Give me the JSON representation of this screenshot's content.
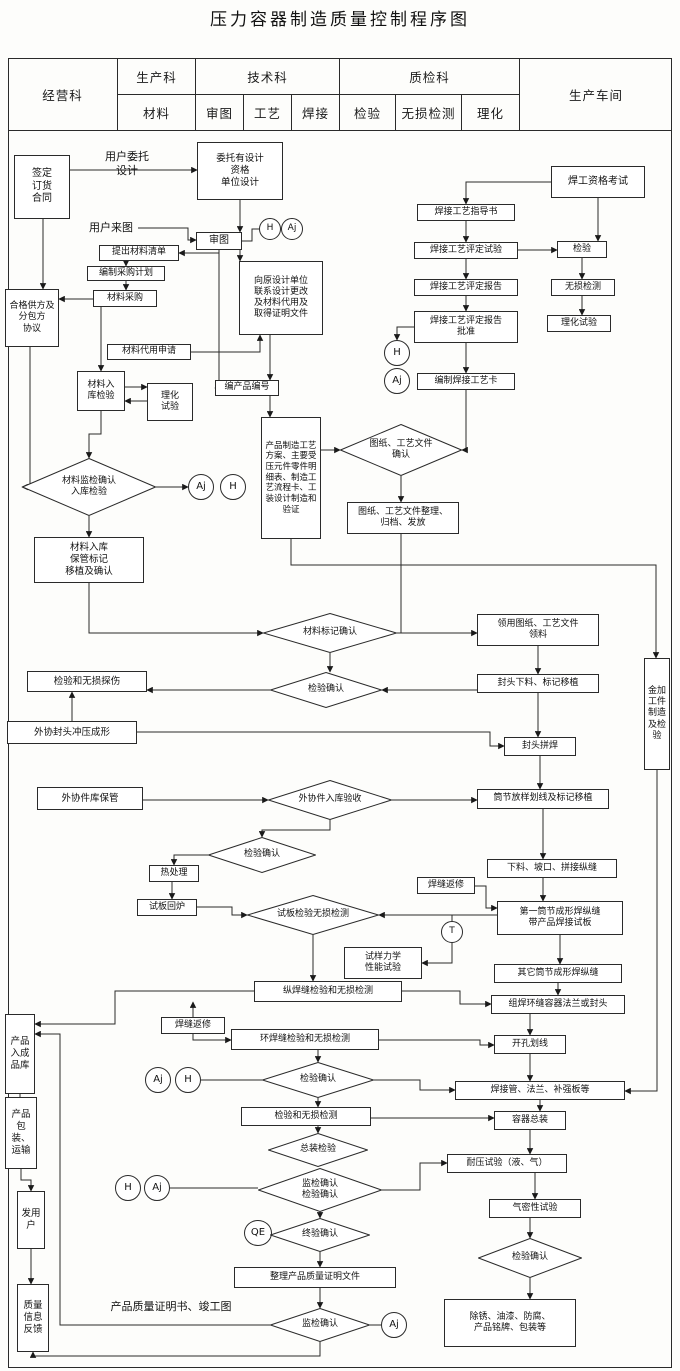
{
  "title": "压力容器制造质量控制程序图",
  "header": {
    "jingyingke": "经营科",
    "shengchanke": "生产科",
    "cailiao": "材料",
    "jishuke": "技术科",
    "shentu": "审图",
    "gongyi": "工艺",
    "hanjie": "焊接",
    "zhijianke": "质检科",
    "jianyan": "检验",
    "wusunjiance": "无损检测",
    "lihua": "理化",
    "shengchanchejian": "生产车间"
  },
  "nodes": {
    "qianding_dinghuo_hetong": "签定\n订货\n合同",
    "yonghu_weituo_sheji": "用户委托\n设计",
    "weituo_sheji_danwei": "委托有设计\n资格\n单位设计",
    "yonghu_laitu": "用户来图",
    "shentu_box": "审图",
    "h_badge_1": "H",
    "aj_badge_1": "Aj",
    "tichu_cailiao_qingdan": "提出材料清单",
    "bianzhi_caigou_jihua": "编制采购计划",
    "cailiao_caigou": "材料采购",
    "hege_gongfang_xieyi": "合格供方及\n分包方\n协议",
    "xiangyuan_sheji_lianxi": "向原设计单位\n联系设计更改\n及材料代用及\n取得证明文件",
    "cailiao_daiyong_shenqing": "材料代用申请",
    "cailiao_ruku_jianyan": "材料入\n库检验",
    "lihua_shiyan_cailiao": "理化\n试验",
    "bian_chanpin_bianhao": "编产品编号",
    "chanpin_zhizao_gongyi": "产品制造工艺方案、主要受压元件零件明细表、制造工艺流程卡、工装设计制造和验证",
    "cailiao_jianjian_queren": "材料监检确认\n入库检验",
    "aj_badge_2": "Aj",
    "h_badge_2": "H",
    "cailiao_ruku_baoguan": "材料入库\n保管标记\n移植及确认",
    "hangong_zige_kaoshi": "焊工资格考试",
    "hanjie_gongyi_zhidaoshu": "焊接工艺指导书",
    "hanjie_pingding_shiyan": "焊接工艺评定试验",
    "jianyan_pingding": "检验",
    "hanjie_pingding_baogao": "焊接工艺评定报告",
    "wusun_jiance_pingding": "无损检测",
    "pingding_baogao_pizhun": "焊接工艺评定报告\n批准",
    "lihua_shiyan_pingding": "理化试验",
    "h_badge_3": "H",
    "aj_badge_3": "Aj",
    "bianzhi_hanjie_gongyika": "编制焊接工艺卡",
    "tuzhi_gongyi_queren": "图纸、工艺文件\n确认",
    "tuzhi_zhengli_fafang": "图纸、工艺文件整理、\n归档、发放",
    "lingyong_tuzhi_lingliao": "领用图纸、工艺文件\n领料",
    "cailiao_biaoji_queren": "材料标记确认",
    "fengtou_xialiao": "封头下料、标记移植",
    "jianyan_queren_fengtou": "检验确认",
    "jianyan_wusun_tanshang": "检验和无损探伤",
    "waixie_fengtou_chongya": "外协封头冲压成形",
    "fengtou_pinhan": "封头拼焊",
    "waixie_jianku_baoguan": "外协件库保管",
    "waixie_ruku_yanshou": "外协件入库验收",
    "tongjie_fangyang_huaxian": "筒节放样划线及标记移植",
    "jianyan_queren_rechuli": "检验确认",
    "xialiao_pokou_pinjie": "下料、坡口、拼接纵缝",
    "rechuli": "热处理",
    "hanfeng_fanxiu_1": "焊缝返修",
    "shiban_huilu": "试板回炉",
    "shiban_jianyan_wusun": "试板检验无损检测",
    "diyi_tongjie_chengxing": "第一筒节成形焊纵缝\n带产品焊接试板",
    "t_badge": "T",
    "shiyang_lixue_shiyan": "试样力学\n性能试验",
    "qita_tongjie_chengxing": "其它筒节成形焊纵缝",
    "zonghanfeng_jianyan_wusun": "纵焊缝检验和无损检测",
    "zuhan_huanfeng_falan": "组焊环缝容器法兰或封头",
    "hanfeng_fanxiu_2": "焊缝返修",
    "huanhanfeng_jianyan_wusun": "环焊缝检验和无损检测",
    "kaikong_huaxian": "开孔划线",
    "aj_badge_4": "Aj",
    "h_badge_4": "H",
    "jianyan_queren_zongti": "检验确认",
    "hanjieguan_falan_buqiang": "焊接管、法兰、补强板等",
    "jianyan_he_wusun_jiance": "检验和无损检测",
    "rongqi_zongzhuang": "容器总装",
    "zongzhuang_jianyan": "总装检验",
    "naiya_shiyan": "耐压试验（液、气）",
    "h_badge_5": "H",
    "aj_badge_5": "Aj",
    "jianjian_jianyan_queren": "监检确认\n检验确认",
    "qimixing_shiyan": "气密性试验",
    "qe_badge": "QE",
    "zhongyan_queren": "终验确认",
    "jianyan_queren_qimi": "检验确认",
    "zhengli_zhiliang_zhengming": "整理产品质量证明文件",
    "chanpin_zhengmingshu": "产品质量证明书、竣工图",
    "jianjian_queren_final": "监检确认",
    "aj_badge_6": "Aj",
    "chuxiu_youqi": "除锈、油漆、防腐、\n产品铭牌、包装等",
    "jinjiagong_zhizao": "金加工件制造及检验",
    "chanpin_ru_chengpinku": "产品入成品库",
    "chanpin_baozhuang_yunshu": "产品包装、运输",
    "fa_yonghu": "发用户",
    "zhiliang_xinxi_fankui": "质量信息反馈"
  }
}
